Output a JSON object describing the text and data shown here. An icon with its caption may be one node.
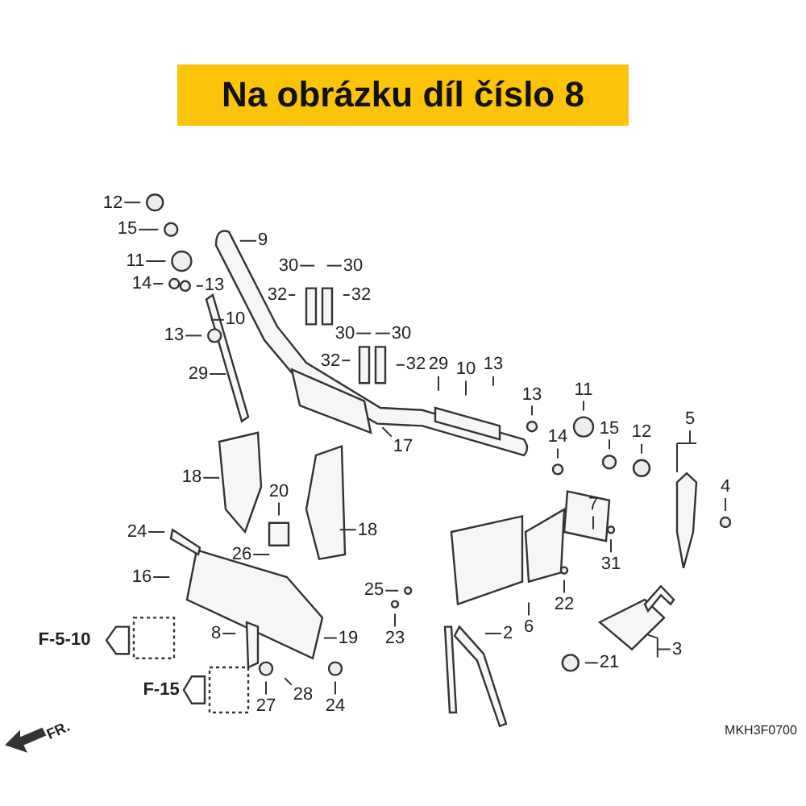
{
  "diagram": {
    "title": "Na obrázku díl číslo 8",
    "nodes": [
      {
        "text": [
          "12"
        ]
      },
      {
        "text": [
          "15"
        ]
      },
      {
        "text": [
          "9"
        ]
      },
      {
        "text": [
          "11"
        ]
      },
      {
        "text": [
          "30"
        ]
      },
      {
        "text": [
          "30"
        ]
      },
      {
        "text": [
          "14"
        ]
      },
      {
        "text": [
          "13"
        ]
      },
      {
        "text": [
          "32"
        ]
      },
      {
        "text": [
          "32"
        ]
      },
      {
        "text": [
          "10"
        ]
      },
      {
        "text": [
          "30"
        ]
      },
      {
        "text": [
          "30"
        ]
      },
      {
        "text": [
          "13"
        ]
      },
      {
        "text": [
          "32"
        ]
      },
      {
        "text": [
          "32"
        ]
      },
      {
        "text": [
          "29"
        ]
      },
      {
        "text": [
          "29"
        ]
      },
      {
        "text": [
          "10"
        ]
      },
      {
        "text": [
          "13"
        ]
      },
      {
        "text": [
          "17"
        ]
      },
      {
        "text": [
          "13"
        ]
      },
      {
        "text": [
          "11"
        ]
      },
      {
        "text": [
          "14"
        ]
      },
      {
        "text": [
          "15"
        ]
      },
      {
        "text": [
          "12"
        ]
      },
      {
        "text": [
          "5"
        ]
      },
      {
        "text": [
          "4"
        ]
      },
      {
        "text": [
          "18"
        ]
      },
      {
        "text": [
          "20"
        ]
      },
      {
        "text": [
          "7"
        ]
      },
      {
        "text": [
          "18"
        ]
      },
      {
        "text": [
          "24"
        ]
      },
      {
        "text": [
          "26"
        ]
      },
      {
        "text": [
          "31"
        ]
      },
      {
        "text": [
          "16"
        ]
      },
      {
        "text": [
          "25"
        ]
      },
      {
        "text": [
          "22"
        ]
      },
      {
        "text": [
          "6"
        ]
      },
      {
        "text": [
          "8"
        ]
      },
      {
        "text": [
          "2"
        ]
      },
      {
        "text": [
          "19"
        ]
      },
      {
        "text": [
          "23"
        ]
      },
      {
        "text": [
          "3"
        ]
      },
      {
        "text": [
          "21"
        ]
      },
      {
        "text": [
          "28"
        ]
      },
      {
        "text": [
          "27"
        ]
      },
      {
        "text": [
          "24"
        ]
      }
    ],
    "edges": [
      {
        "from": 0,
        "to": null,
        "arrow": "none"
      },
      {
        "from": 1,
        "to": null,
        "arrow": "none"
      },
      {
        "from": 2,
        "to": null,
        "arrow": "none"
      },
      {
        "from": 3,
        "to": null,
        "arrow": "none"
      },
      {
        "from": 4,
        "to": null,
        "arrow": "none"
      },
      {
        "from": 5,
        "to": null,
        "arrow": "none"
      },
      {
        "from": 6,
        "to": null,
        "arrow": "none"
      },
      {
        "from": 7,
        "to": null,
        "arrow": "none"
      },
      {
        "from": 8,
        "to": null,
        "arrow": "none"
      },
      {
        "from": 9,
        "to": null,
        "arrow": "none"
      },
      {
        "from": 10,
        "to": null,
        "arrow": "none"
      },
      {
        "from": 11,
        "to": null,
        "arrow": "none"
      },
      {
        "from": 12,
        "to": null,
        "arrow": "none"
      },
      {
        "from": 13,
        "to": null,
        "arrow": "none"
      },
      {
        "from": 14,
        "to": null,
        "arrow": "none"
      },
      {
        "from": 15,
        "to": null,
        "arrow": "none"
      },
      {
        "from": 16,
        "to": null,
        "arrow": "none"
      },
      {
        "from": 17,
        "to": null,
        "arrow": "none"
      },
      {
        "from": 18,
        "to": null,
        "arrow": "none"
      },
      {
        "from": 19,
        "to": null,
        "arrow": "none"
      },
      {
        "from": 20,
        "to": null,
        "arrow": "none"
      },
      {
        "from": 21,
        "to": null,
        "arrow": "none"
      },
      {
        "from": 22,
        "to": null,
        "arrow": "none"
      },
      {
        "from": 23,
        "to": null,
        "arrow": "none"
      },
      {
        "from": 24,
        "to": null,
        "arrow": "none"
      },
      {
        "from": 25,
        "to": null,
        "arrow": "none"
      },
      {
        "from": 26,
        "to": null,
        "arrow": "none"
      },
      {
        "from": 27,
        "to": null,
        "arrow": "none"
      },
      {
        "from": 28,
        "to": null,
        "arrow": "none"
      },
      {
        "from": 29,
        "to": null,
        "arrow": "none"
      },
      {
        "from": 30,
        "to": null,
        "arrow": "none"
      },
      {
        "from": 31,
        "to": null,
        "arrow": "none"
      },
      {
        "from": 32,
        "to": null,
        "arrow": "none"
      },
      {
        "from": 33,
        "to": null,
        "arrow": "none"
      },
      {
        "from": 34,
        "to": null,
        "arrow": "none"
      },
      {
        "from": 35,
        "to": null,
        "arrow": "none"
      },
      {
        "from": 36,
        "to": null,
        "arrow": "none"
      },
      {
        "from": 37,
        "to": null,
        "arrow": "none"
      },
      {
        "from": 38,
        "to": null,
        "arrow": "none"
      },
      {
        "from": 39,
        "to": null,
        "arrow": "none"
      },
      {
        "from": 40,
        "to": null,
        "arrow": "none"
      },
      {
        "from": 41,
        "to": null,
        "arrow": "none"
      },
      {
        "from": 42,
        "to": null,
        "arrow": "none"
      },
      {
        "from": 43,
        "to": null,
        "arrow": "none"
      },
      {
        "from": 44,
        "to": null,
        "arrow": "none"
      },
      {
        "from": 45,
        "to": null,
        "arrow": "none"
      },
      {
        "from": 46,
        "to": null,
        "arrow": "none"
      },
      {
        "from": 47,
        "to": null,
        "arrow": "none"
      }
    ],
    "labels": [
      "F-5-10",
      "F-15",
      "FR.",
      "MKH3F0700"
    ]
  }
}
